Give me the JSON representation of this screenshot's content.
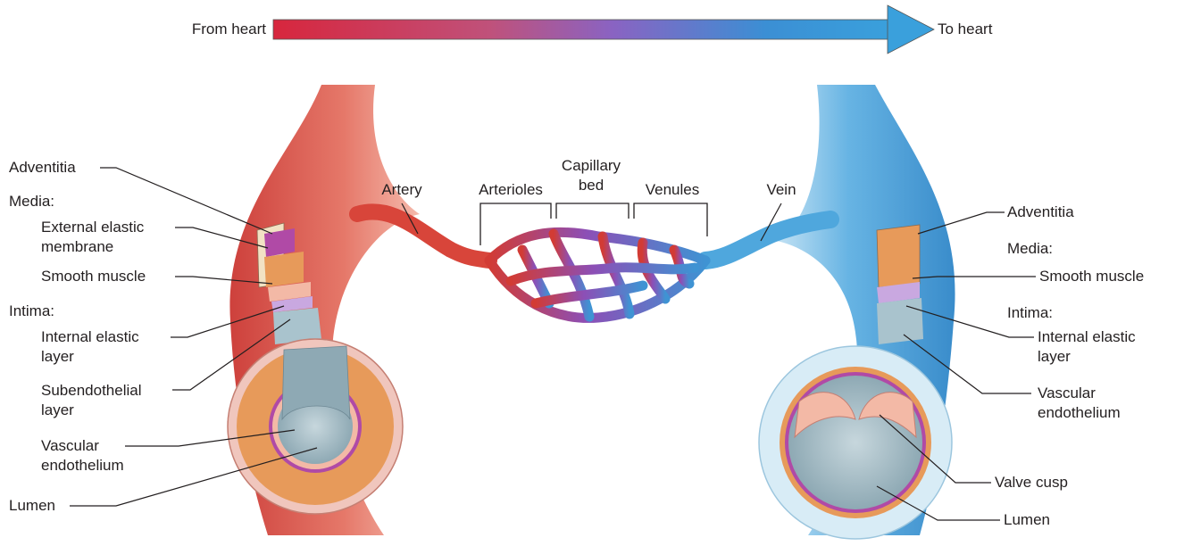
{
  "flow": {
    "from_label": "From heart",
    "to_label": "To heart",
    "gradient_colors": [
      "#d7263d",
      "#c0517a",
      "#8a63c2",
      "#3b8fd4",
      "#3aa0dc"
    ]
  },
  "top_labels": {
    "artery": "Artery",
    "arterioles": "Arterioles",
    "capillary": [
      "Capillary",
      "bed"
    ],
    "venules": "Venules",
    "vein": "Vein"
  },
  "artery_labels": {
    "adventitia": "Adventitia",
    "media": "Media:",
    "external_elastic": [
      "External elastic",
      "membrane"
    ],
    "smooth_muscle": "Smooth muscle",
    "intima": "Intima:",
    "internal_elastic": [
      "Internal elastic",
      "layer"
    ],
    "subendothelial": [
      "Subendothelial",
      "layer"
    ],
    "endothelium": [
      "Vascular",
      "endothelium"
    ],
    "lumen": "Lumen"
  },
  "vein_labels": {
    "adventitia": "Adventitia",
    "media": "Media:",
    "smooth_muscle": "Smooth muscle",
    "intima": "Intima:",
    "internal_elastic": [
      "Internal elastic",
      "layer"
    ],
    "endothelium": [
      "Vascular",
      "endothelium"
    ],
    "valve_cusp": "Valve cusp",
    "lumen": "Lumen"
  },
  "colors": {
    "artery": "#d8453a",
    "vein": "#3e9ad6",
    "capillary": "#8b55b8",
    "smooth_muscle": "#e79a5a",
    "elastic_membrane": "#b04aa6",
    "lumen": "#9fb8c2",
    "adventitia": "#f1c9c0"
  }
}
